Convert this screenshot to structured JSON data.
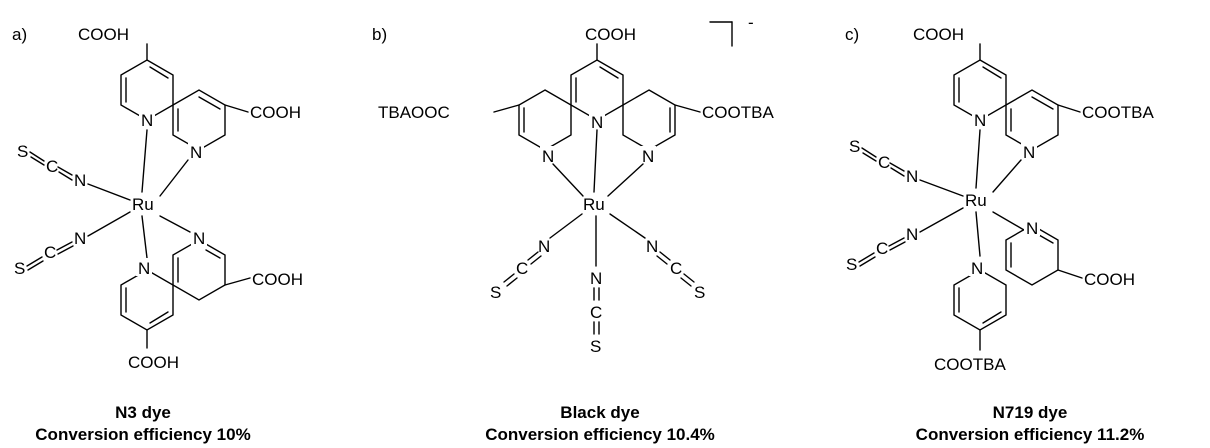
{
  "panels": [
    {
      "label": "a)",
      "name": "N3 dye",
      "efficiency": "Conversion efficiency 10%",
      "metal": "Ru",
      "groups": {
        "top": "COOH",
        "right1": "COOH",
        "right2": "COOH",
        "bottom": "COOH"
      },
      "ligands": [
        "S",
        "C",
        "N",
        "S",
        "C",
        "N"
      ]
    },
    {
      "label": "b)",
      "name": "Black dye",
      "efficiency": "Conversion efficiency 10.4%",
      "metal": "Ru",
      "charge": "-",
      "groups": {
        "top": "COOH",
        "left": "TBAOOC",
        "right": "COOTBA"
      },
      "ligands": [
        "S",
        "C",
        "N",
        "N",
        "C",
        "S",
        "N",
        "C",
        "S"
      ]
    },
    {
      "label": "c)",
      "name": "N719 dye",
      "efficiency": "Conversion efficiency 11.2%",
      "metal": "Ru",
      "groups": {
        "top": "COOH",
        "right1": "COOTBA",
        "right2": "COOH",
        "bottom": "COOTBA"
      },
      "ligands": [
        "S",
        "C",
        "N",
        "S",
        "C",
        "N"
      ]
    }
  ]
}
